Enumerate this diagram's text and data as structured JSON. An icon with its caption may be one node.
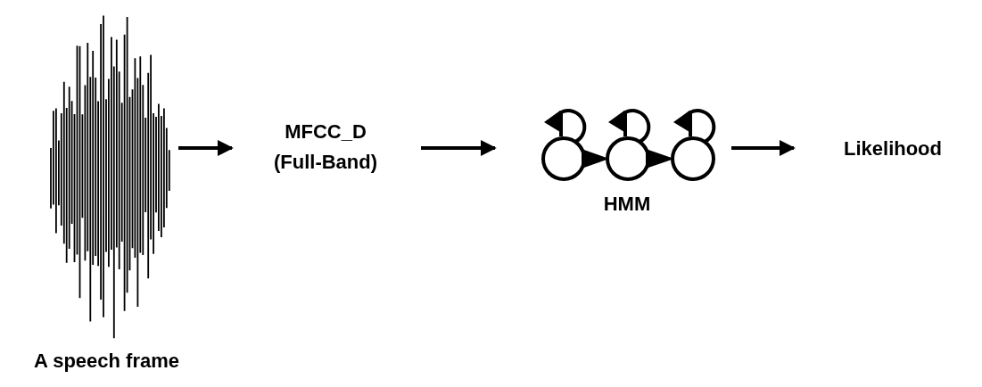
{
  "diagram": {
    "nodes": [
      {
        "text": [
          "A speech frame"
        ]
      },
      {
        "text": [
          "MFCC_D (Full-Band)"
        ]
      },
      {
        "text": [
          "HMM"
        ]
      },
      {
        "text": [
          "Likelihood"
        ]
      }
    ],
    "edges": [
      {
        "from": 0,
        "to": 1,
        "arrow": "to"
      },
      {
        "from": 1,
        "to": 2,
        "arrow": "to"
      },
      {
        "from": 2,
        "to": 3,
        "arrow": "to"
      }
    ]
  }
}
